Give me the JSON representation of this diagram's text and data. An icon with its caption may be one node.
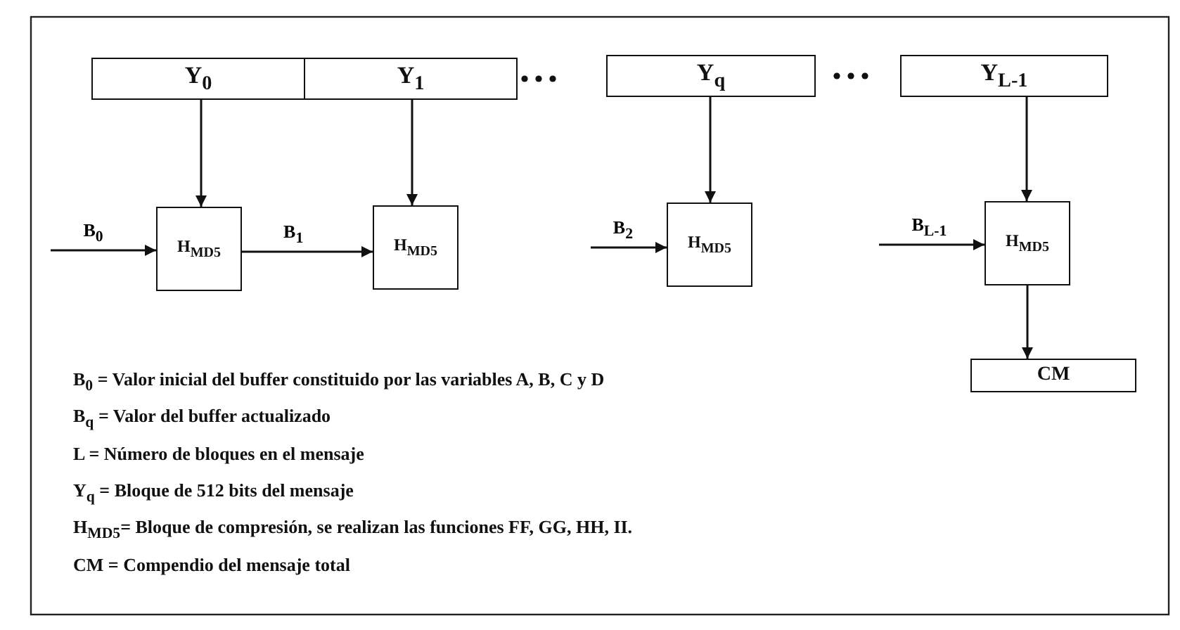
{
  "diagram": {
    "nodes": [
      {
        "text": [
          "Y$_{0}$"
        ]
      },
      {
        "text": [
          "Y$_{1}$"
        ]
      },
      {
        "text": [
          "Y$_{q}$"
        ]
      },
      {
        "text": [
          "Y$_{L-1}$"
        ]
      },
      {
        "text": [
          "H$_{MD5}$"
        ]
      },
      {
        "text": [
          "H$_{MD5}$"
        ]
      },
      {
        "text": [
          "H$_{MD5}$"
        ]
      },
      {
        "text": [
          "H$_{MD5}$"
        ]
      },
      {
        "text": [
          "CM"
        ]
      }
    ],
    "edges": [
      {
        "from": 0,
        "to": 4,
        "arrow": "to"
      },
      {
        "from": 1,
        "to": 5,
        "arrow": "to"
      },
      {
        "from": 2,
        "to": 6,
        "arrow": "to"
      },
      {
        "from": 3,
        "to": 7,
        "arrow": "to"
      },
      {
        "from": null,
        "to": 4,
        "arrow": "to",
        "label": "B$_{0}$"
      },
      {
        "from": 4,
        "to": 5,
        "arrow": "to",
        "label": "B$_{1}$"
      },
      {
        "from": null,
        "to": 6,
        "arrow": "to",
        "label": "B$_{2}$"
      },
      {
        "from": null,
        "to": 7,
        "arrow": "to",
        "label": "B$_{L-1}$"
      },
      {
        "from": 7,
        "to": 8,
        "arrow": "to"
      }
    ],
    "labels": [
      "B$_{0}$ = Valor inicial del buffer constituido por las variables A, B, C y D",
      "B$_{q}$ = Valor del buffer actualizado",
      "L = Número de bloques en el mensaje",
      "Y$_{q}$ = Bloque de 512 bits del mensaje",
      "H$_{MD5}$= Bloque de compresión, se realizan las funciones FF, GG, HH, II.",
      "CM = Compendio del mensaje total"
    ]
  }
}
